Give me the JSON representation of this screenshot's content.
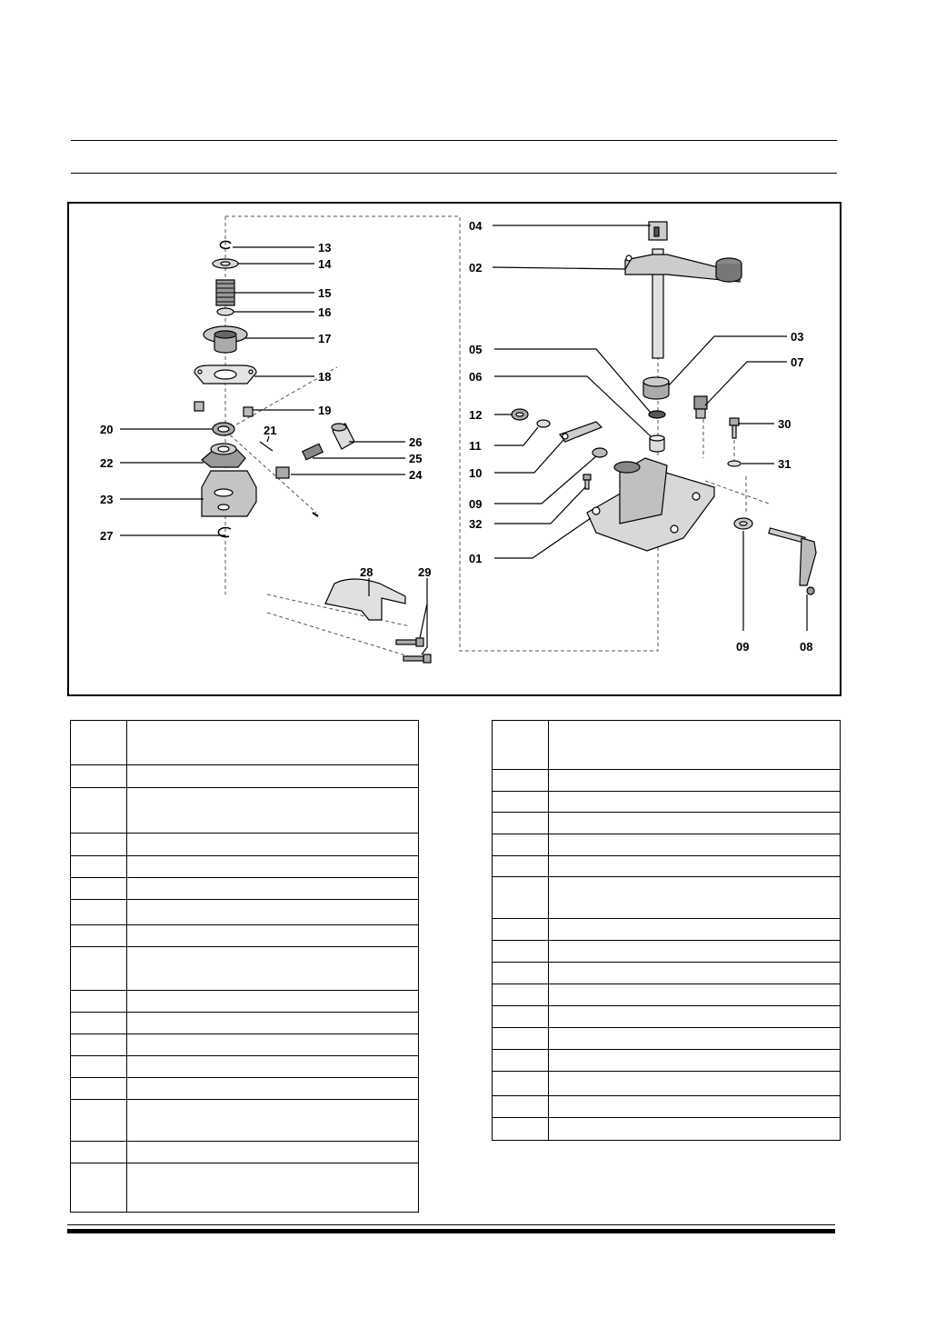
{
  "callouts": {
    "c13": "13",
    "c14": "14",
    "c15": "15",
    "c16": "16",
    "c17": "17",
    "c18": "18",
    "c19": "19",
    "c20": "20",
    "c21": "21",
    "c22": "22",
    "c23": "23",
    "c24": "24",
    "c25": "25",
    "c26": "26",
    "c27": "27",
    "c28": "28",
    "c29": "29",
    "c01": "01",
    "c02": "02",
    "c03": "03",
    "c04": "04",
    "c05": "05",
    "c06": "06",
    "c07": "07",
    "c08": "08",
    "c09a": "09",
    "c09b": "09",
    "c10": "10",
    "c11": "11",
    "c12": "12",
    "c30": "30",
    "c31": "31",
    "c32": "32"
  }
}
